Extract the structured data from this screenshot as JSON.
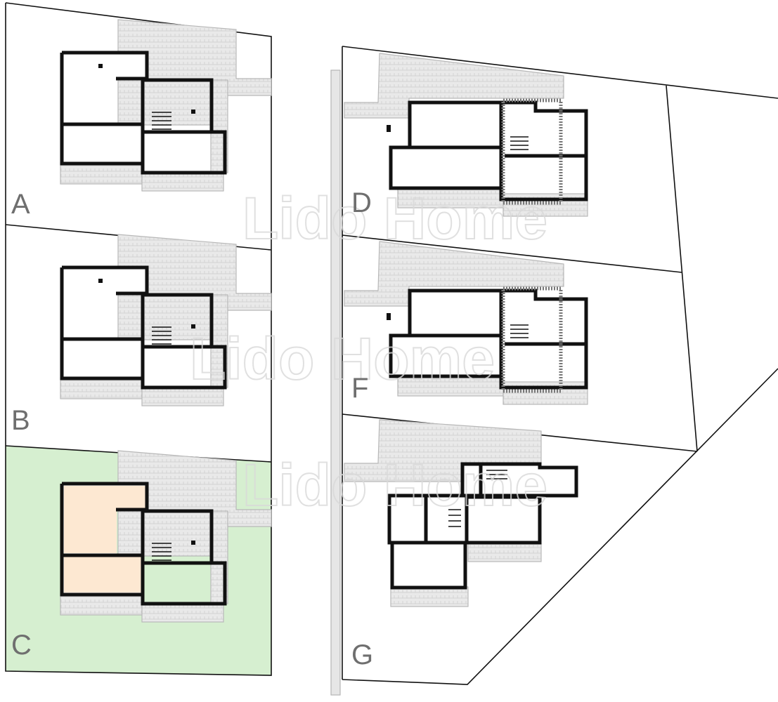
{
  "units": [
    {
      "id": "A",
      "label": "A"
    },
    {
      "id": "B",
      "label": "B"
    },
    {
      "id": "C",
      "label": "C",
      "highlight": true
    },
    {
      "id": "D",
      "label": "D"
    },
    {
      "id": "F",
      "label": "F"
    },
    {
      "id": "G",
      "label": "G"
    }
  ],
  "watermark": "Lido Home",
  "colors": {
    "plot_highlight": "#d6efd0",
    "room_highlight": "#fde8d2",
    "wall": "#111111",
    "paving": "#e6e6e6",
    "label": "#6f6f6f"
  }
}
